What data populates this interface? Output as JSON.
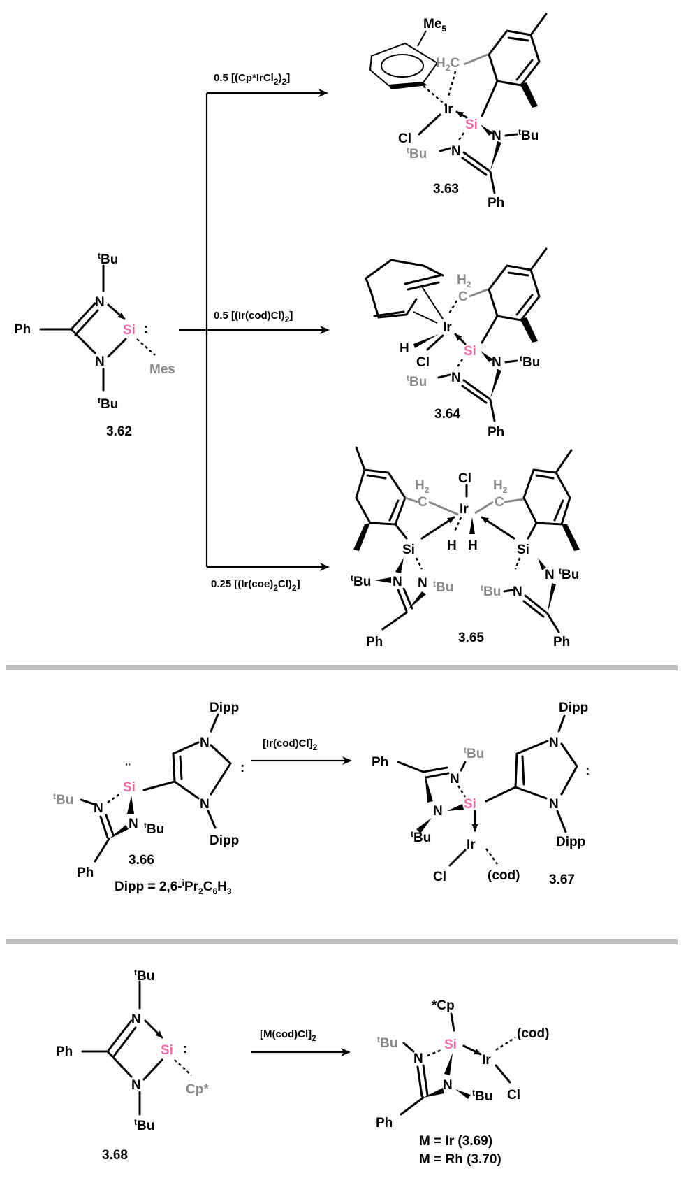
{
  "sections": {
    "s1": {
      "reactant": {
        "label": "3.62",
        "ph": "Ph",
        "n": "N",
        "si": "Si",
        "mes": "Mes",
        "tbu": "Bu",
        "t": "t"
      },
      "reagents": {
        "r1": {
          "a": "0.5 [(Cp*IrCl",
          "b": "2",
          "c": ")",
          "d": "2",
          "e": "]"
        },
        "r2": {
          "a": "0.5 [(Ir(cod)Cl)",
          "b": "2",
          "c": "]"
        },
        "r3": {
          "a": "0.25 [(Ir(coe)",
          "b": "2",
          "c": "Cl)",
          "d": "2",
          "e": "]"
        }
      },
      "products": {
        "p1": {
          "label": "3.63",
          "me5": "Me",
          "me5sub": "5",
          "h2c": "H",
          "h2sub": "2",
          "c": "C",
          "ir": "Ir",
          "cl": "Cl",
          "si": "Si",
          "n": "N",
          "tbu": "Bu",
          "t": "t",
          "ph": "Ph"
        },
        "p2": {
          "label": "3.64",
          "h2": "H",
          "h2sub": "2",
          "c": "C",
          "ir": "Ir",
          "h": "H",
          "cl": "Cl",
          "si": "Si",
          "n": "N",
          "tbu": "Bu",
          "t": "t",
          "ph": "Ph"
        },
        "p3": {
          "label": "3.65",
          "h2": "H",
          "h2sub": "2",
          "c": "C",
          "cl": "Cl",
          "ir": "Ir",
          "h": "H",
          "si": "Si",
          "n": "N",
          "tbu": "Bu",
          "t": "t",
          "ph": "Ph"
        }
      }
    },
    "s2": {
      "reactant": {
        "label": "3.66",
        "dipp": "Dipp",
        "n": "N",
        "si": "Si",
        "tbu": "Bu",
        "t": "t",
        "ph": "Ph",
        "def_a": "Dipp = 2,6-",
        "def_i": "i",
        "def_b": "Pr",
        "def_2": "2",
        "def_c": "C",
        "def_6": "6",
        "def_d": "H",
        "def_3": "3"
      },
      "reagent": {
        "a": "[Ir(cod)Cl]",
        "b": "2"
      },
      "product": {
        "label": "3.67",
        "ph": "Ph",
        "n": "N",
        "si": "Si",
        "tbu": "Bu",
        "t": "t",
        "ir": "Ir",
        "cl": "Cl",
        "cod": "(cod)",
        "dipp": "Dipp"
      }
    },
    "s3": {
      "reactant": {
        "label": "3.68",
        "ph": "Ph",
        "n": "N",
        "si": "Si",
        "tbu": "Bu",
        "t": "t",
        "cp": "Cp*"
      },
      "reagent": {
        "a": "[M(cod)Cl]",
        "b": "2"
      },
      "product": {
        "cp": "*Cp",
        "tbu": "Bu",
        "t": "t",
        "n": "N",
        "si": "Si",
        "ir": "Ir",
        "cod": "(cod)",
        "cl": "Cl",
        "ph": "Ph",
        "m1": "M = Ir (3.69)",
        "m2": "M = Rh (3.70)"
      }
    }
  },
  "colors": {
    "silicon": "#f06aa8",
    "gray_label": "#8a8a8a",
    "divider": "#bfbfbf"
  }
}
